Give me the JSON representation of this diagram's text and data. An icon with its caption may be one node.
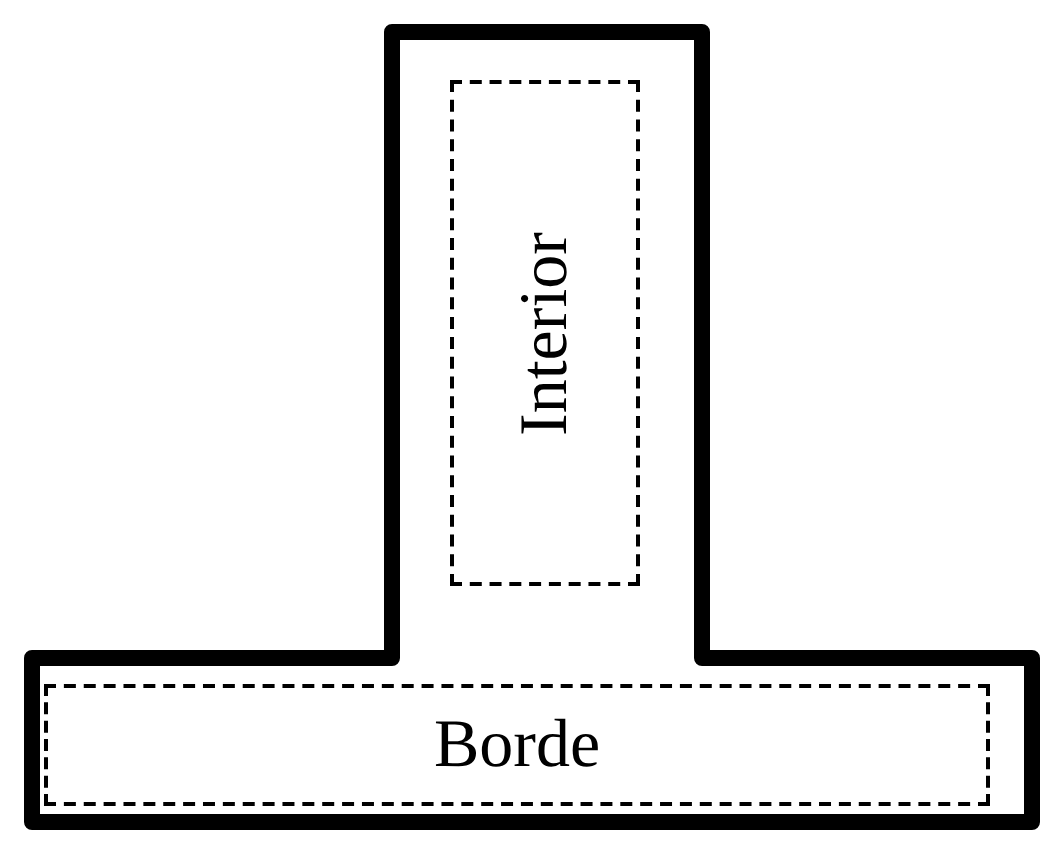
{
  "diagram": {
    "nodes": [
      {
        "text": [],
        "shape": "box"
      },
      {
        "text": [
          "Interior"
        ],
        "in": 0
      },
      {
        "text": [
          "Borde"
        ],
        "in": 0
      }
    ]
  }
}
